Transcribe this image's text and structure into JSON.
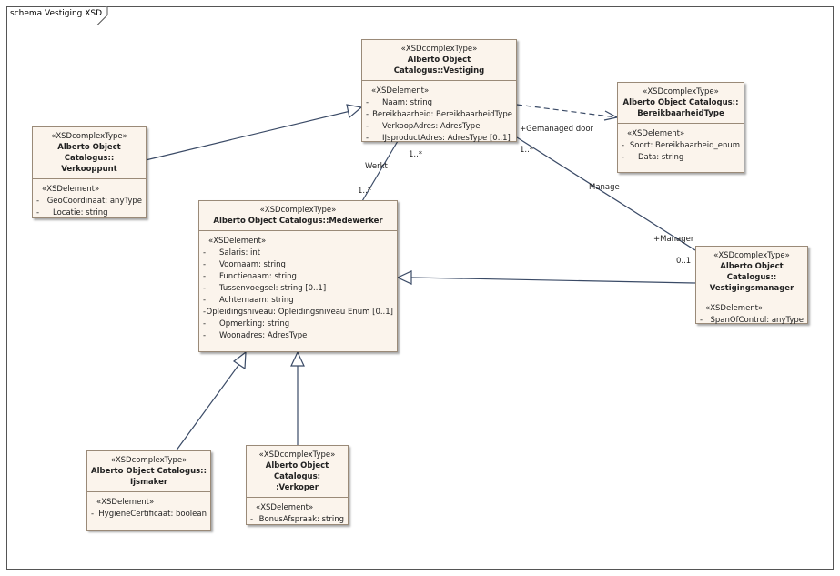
{
  "diagram": {
    "title": "schema Vestiging XSD"
  },
  "classes": {
    "vestiging": {
      "stereotype": "«XSDcomplexType»",
      "name": "Alberto Object Catalogus::Vestiging",
      "section": "«XSDelement»",
      "attrs": [
        {
          "vis": "-",
          "text": "Naam: string"
        },
        {
          "vis": "-",
          "text": "Bereikbaarheid: BereikbaarheidType"
        },
        {
          "vis": "-",
          "text": "VerkoopAdres: AdresType"
        },
        {
          "vis": "-",
          "text": "IJsproductAdres: AdresType [0..1]"
        }
      ]
    },
    "bereikbaarheid": {
      "stereotype": "«XSDcomplexType»",
      "name1": "Alberto Object Catalogus::",
      "name2": "BereikbaarheidType",
      "section": "«XSDelement»",
      "attrs": [
        {
          "vis": "-",
          "text": "Soort: Bereikbaarheid_enum"
        },
        {
          "vis": "-",
          "text": "Data: string"
        }
      ]
    },
    "verkooppunt": {
      "stereotype": "«XSDcomplexType»",
      "name1": "Alberto Object Catalogus::",
      "name2": "Verkooppunt",
      "section": "«XSDelement»",
      "attrs": [
        {
          "vis": "-",
          "text": "GeoCoordinaat: anyType"
        },
        {
          "vis": "-",
          "text": "Locatie: string"
        }
      ]
    },
    "medewerker": {
      "stereotype": "«XSDcomplexType»",
      "name": "Alberto Object Catalogus::Medewerker",
      "section": "«XSDelement»",
      "attrs": [
        {
          "vis": "-",
          "text": "Salaris: int"
        },
        {
          "vis": "-",
          "text": "Voornaam: string"
        },
        {
          "vis": "-",
          "text": "Functienaam: string"
        },
        {
          "vis": "-",
          "text": "Tussenvoegsel: string [0..1]"
        },
        {
          "vis": "-",
          "text": "Achternaam: string"
        },
        {
          "vis": "-",
          "text": "Opleidingsniveau: Opleidingsniveau Enum [0..1]"
        },
        {
          "vis": "-",
          "text": "Opmerking: string"
        },
        {
          "vis": "-",
          "text": "Woonadres: AdresType"
        }
      ]
    },
    "vestigingsmanager": {
      "stereotype": "«XSDcomplexType»",
      "name1": "Alberto Object Catalogus::",
      "name2": "Vestigingsmanager",
      "section": "«XSDelement»",
      "attrs": [
        {
          "vis": "-",
          "text": "SpanOfControl: anyType"
        }
      ]
    },
    "ijsmaker": {
      "stereotype": "«XSDcomplexType»",
      "name1": "Alberto Object Catalogus::",
      "name2": "Ijsmaker",
      "section": "«XSDelement»",
      "attrs": [
        {
          "vis": "-",
          "text": "HygieneCertificaat: boolean"
        }
      ]
    },
    "verkoper": {
      "stereotype": "«XSDcomplexType»",
      "name1": "Alberto Object Catalogus:",
      "name2": ":Verkoper",
      "section": "«XSDelement»",
      "attrs": [
        {
          "vis": "-",
          "text": "BonusAfspraak: string"
        }
      ]
    }
  },
  "connectors": {
    "werkt": {
      "label": "Werkt",
      "mult_vestiging": "1..*",
      "mult_medewerker": "1..*"
    },
    "manage": {
      "label": "Manage",
      "role_vestiging": "+Gemanaged door",
      "mult_vestiging": "1..*",
      "role_manager": "+Manager",
      "mult_manager": "0..1"
    }
  }
}
